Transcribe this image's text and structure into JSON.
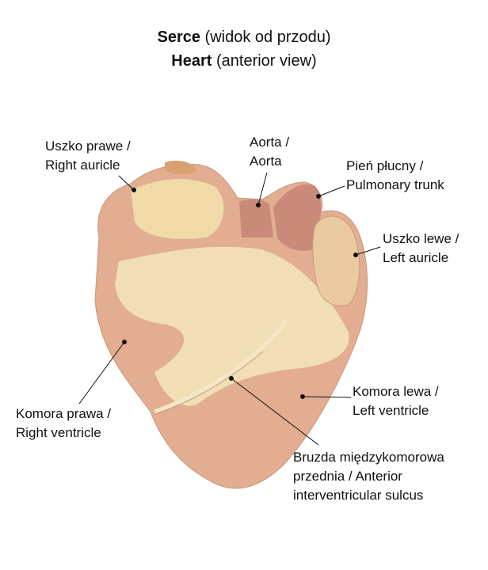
{
  "title": {
    "line1_bold": "Serce",
    "line1_rest": " (widok od przodu)",
    "line2_bold": "Heart",
    "line2_rest": " (anterior view)"
  },
  "labels": {
    "right_auricle": [
      "Uszko prawe /",
      "Right auricle"
    ],
    "aorta": [
      "Aorta /",
      "Aorta"
    ],
    "pulmonary_trunk": [
      "Pień płucny /",
      "Pulmonary trunk"
    ],
    "left_auricle": [
      "Uszko lewe /",
      "Left auricle"
    ],
    "right_ventricle": [
      "Komora prawa /",
      "Right ventricle"
    ],
    "left_ventricle": [
      "Komora lewa /",
      "Left ventricle"
    ],
    "sulcus": [
      "Bruzda międzykomorowa",
      "przednia / Anterior",
      "interventricular sulcus"
    ]
  },
  "colors": {
    "muscle": "#e2ad90",
    "fat": "#f4e3b8",
    "vessel": "#c98a7a"
  }
}
